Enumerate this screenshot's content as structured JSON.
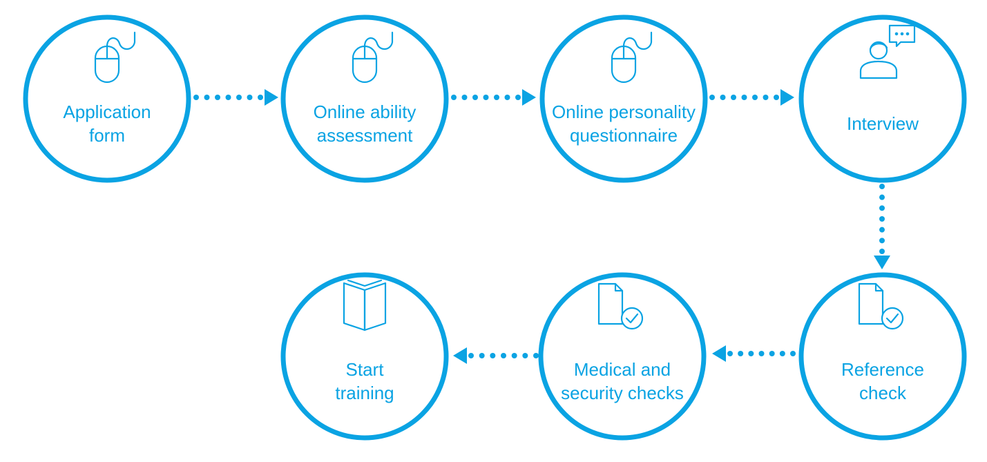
{
  "colors": {
    "accent": "#0aa3e3",
    "background": "#ffffff"
  },
  "steps": [
    {
      "lines": [
        "Application",
        "form"
      ],
      "icon": "mouse-icon"
    },
    {
      "lines": [
        "Online ability",
        "assessment"
      ],
      "icon": "mouse-icon"
    },
    {
      "lines": [
        "Online personality",
        "questionnaire"
      ],
      "icon": "mouse-icon"
    },
    {
      "lines": [
        "Interview"
      ],
      "icon": "person-speech-bubble-icon"
    },
    {
      "lines": [
        "Reference",
        "check"
      ],
      "icon": "document-check-icon"
    },
    {
      "lines": [
        "Medical and",
        "security checks"
      ],
      "icon": "document-check-icon"
    },
    {
      "lines": [
        "Start",
        "training"
      ],
      "icon": "open-book-icon"
    }
  ]
}
